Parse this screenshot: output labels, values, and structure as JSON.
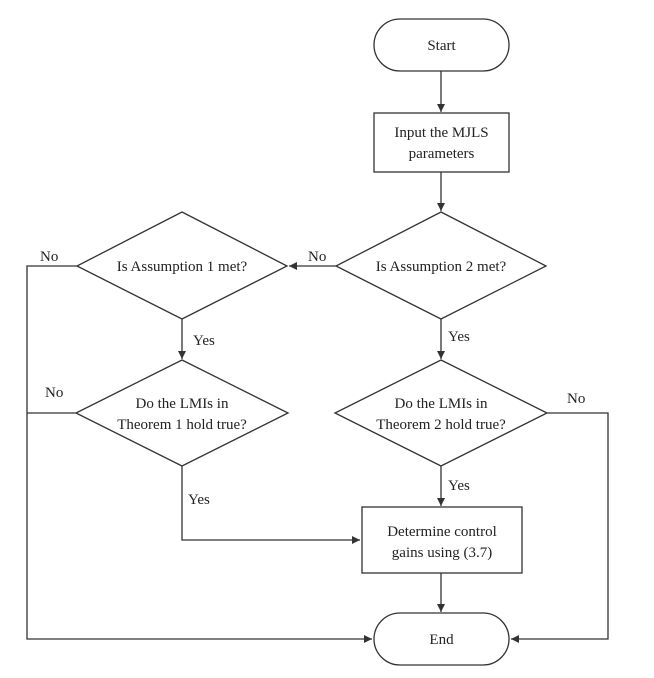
{
  "nodes": {
    "start": "Start",
    "input_line1": "Input the MJLS",
    "input_line2": "parameters",
    "assumption2": "Is Assumption 2 met?",
    "assumption1": "Is Assumption 1 met?",
    "lmi1_line1": "Do the LMIs in",
    "lmi1_line2": "Theorem 1 hold true?",
    "lmi2_line1": "Do the LMIs in",
    "lmi2_line2": "Theorem 2 hold true?",
    "gains_line1": "Determine control",
    "gains_line2": "gains using (3.7)",
    "end": "End"
  },
  "edge_labels": {
    "a2_no": "No",
    "a2_yes": "Yes",
    "a1_no": "No",
    "a1_yes": "Yes",
    "lmi1_no": "No",
    "lmi1_yes": "Yes",
    "lmi2_no": "No",
    "lmi2_yes": "Yes"
  }
}
